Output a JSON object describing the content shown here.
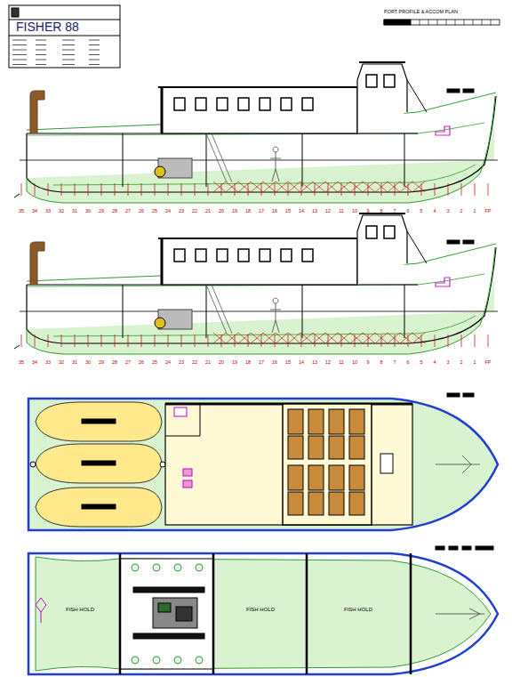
{
  "diagram": {
    "nodes": [
      {
        "text": [
          "FISHER 88"
        ]
      },
      {
        "text": [
          "FISH HOLD"
        ]
      },
      {
        "text": [
          "FISH HOLD"
        ]
      },
      {
        "text": [
          "FISH HOLD"
        ]
      }
    ],
    "labels": [
      "PORT PROFILE & ACCOM PLAN",
      "35",
      "34",
      "33",
      "32",
      "31",
      "30",
      "29",
      "28",
      "27",
      "26",
      "25",
      "24",
      "23",
      "22",
      "21",
      "20",
      "19",
      "18",
      "17",
      "16",
      "15",
      "14",
      "13",
      "12",
      "11",
      "10",
      "9",
      "8",
      "7",
      "6",
      "5",
      "4",
      "3",
      "2",
      "1",
      "FP",
      "35",
      "34",
      "33",
      "32",
      "31",
      "30",
      "29",
      "28",
      "27",
      "26",
      "25",
      "24",
      "23",
      "22",
      "21",
      "20",
      "19",
      "18",
      "17",
      "16",
      "15",
      "14",
      "13",
      "12",
      "11",
      "10",
      "9",
      "8",
      "7",
      "6",
      "5",
      "4",
      "3",
      "2",
      "1",
      "FP"
    ]
  }
}
